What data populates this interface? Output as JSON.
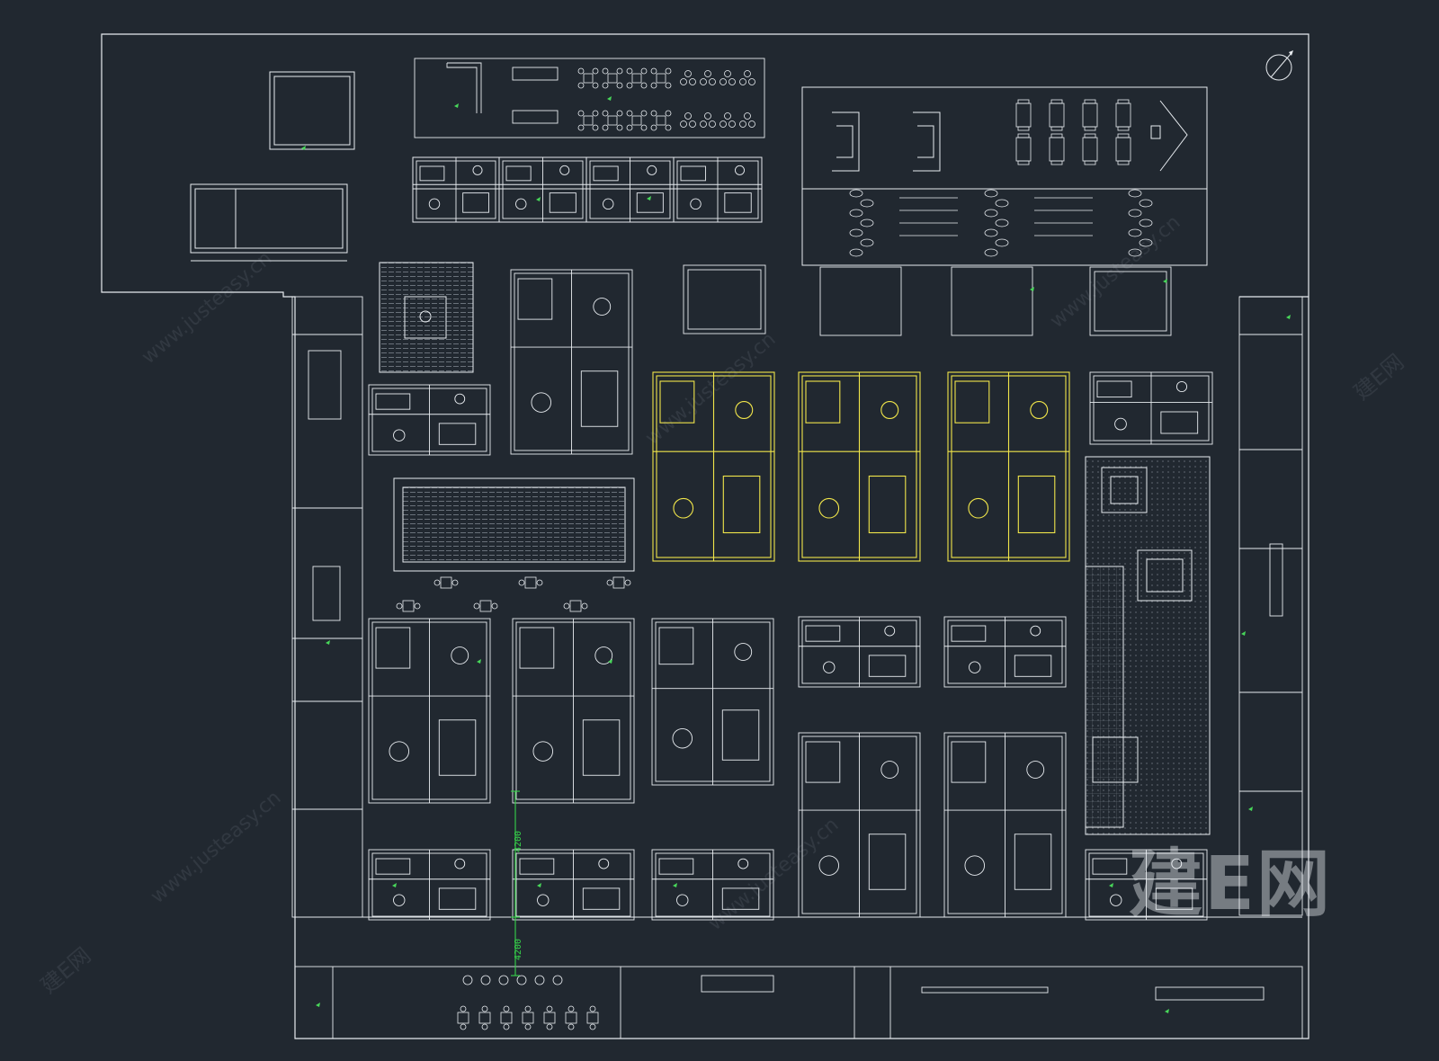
{
  "dimensions": {
    "upper": "4200",
    "lower": "4200"
  },
  "watermark": {
    "logo_text": "建E网",
    "url_text": "www.justeasy.cn",
    "short_text": "建E网"
  },
  "colors": {
    "background": "#212830",
    "linework": "#e8ecf0",
    "highlight": "#f1e64a",
    "dimension": "#37d44a",
    "label": "#48d85a"
  },
  "icons": {
    "north": "north-arrow-icon"
  }
}
